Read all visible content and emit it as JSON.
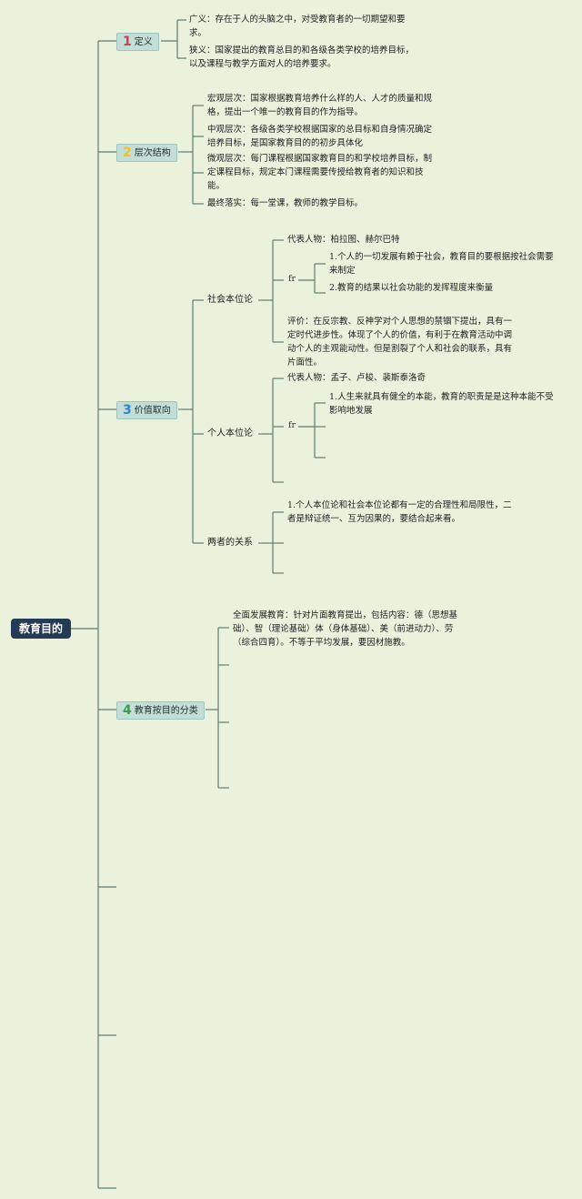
{
  "root": "教育目的",
  "colors": {
    "root": "#243a55",
    "line": "#5d7e72",
    "background": "#eaf2dc",
    "tag": "#c3ddd7",
    "num_red": "#d13a54",
    "num_yellow": "#e8c233",
    "num_blue": "#2e86c8",
    "num_green": "#3c9a4e"
  },
  "definition": {
    "num": "1",
    "label": "定义",
    "broad": "广义：存在于人的头脑之中，对受教育者的一切期望和要求。",
    "narrow": "狭义：国家提出的教育总目的和各级各类学校的培养目标，以及课程与教学方面对人的培养要求。"
  },
  "levels": {
    "num": "2",
    "label": "层次结构",
    "macro": "宏观层次：国家根据教育培养什么样的人、人才的质量和规格，提出一个唯一的教育目的作为指导。",
    "meso": "中观层次：各级各类学校根据国家的总目标和自身情况确定培养目标，是国家教育目的的初步具体化",
    "micro": "微观层次：每门课程根据国家教育目的和学校培养目标，制定课程目标，规定本门课程需要传授给教育者的知识和技能。",
    "final": "最终落实：每一堂课，教师的教学目标。"
  },
  "value": {
    "num": "3",
    "label": "价值取向",
    "society": {
      "label": "社会本位论",
      "rep": "代表人物：柏拉图、赫尔巴特",
      "fr": "fr",
      "p1": "1.个人的一切发展有赖于社会，教育目的要根据按社会需要来制定",
      "p2": "2.教育的结果以社会功能的发挥程度来衡量",
      "eval": "评价：在反宗教、反神学对个人思想的禁锢下提出，具有一定时代进步性。体现了个人的价值，有利于在教育活动中调动个人的主观能动性。但是割裂了个人和社会的联系，具有片面性。"
    },
    "individual": {
      "label": "个人本位论",
      "rep": "代表人物：孟子、卢梭、裴斯泰洛奇",
      "fr": "fr",
      "p1": "1.人生来就具有健全的本能，教育的职责是是这种本能不受影响地发展"
    },
    "relation": {
      "label": "两者的关系",
      "text": "1.个人本位论和社会本位论都有一定的合理性和局限性，二者是辩证统一、互为因果的，要结合起来看。"
    }
  },
  "classification": {
    "num": "4",
    "label": "教育按目的分类",
    "all_round": "全面发展教育：针对片面教育提出，包括内容：德（思想基础）、智（理论基础）体（身体基础）、美（前进动力）、劳（综合四育）。不等于平均发展，要因材施教。"
  }
}
